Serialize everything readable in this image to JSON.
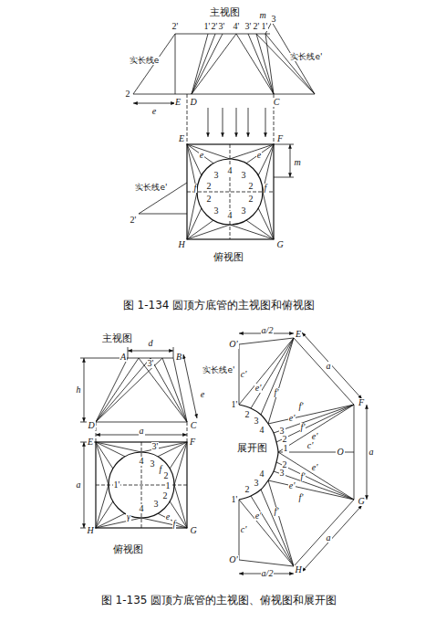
{
  "diagram": {
    "labels": [
      "主视图",
      "m",
      "3",
      "2'",
      "1'",
      "2'",
      "3'",
      "4'",
      "3'",
      "2'",
      "1'",
      "实长线e",
      "实长线e'",
      "2",
      "E",
      "D",
      "C",
      "e",
      "E",
      "F",
      "m",
      "实长线e'",
      "2'",
      "4",
      "3",
      "3",
      "2",
      "2",
      "2",
      "2",
      "3",
      "3",
      "4",
      "f",
      "e",
      "e",
      "f",
      "H",
      "G",
      "俯视图",
      "图 1-134  圆顶方底管的主视图和俯视图",
      "主视图",
      "d",
      "A",
      "B",
      "3'",
      "h",
      "实长线e'",
      "e",
      "D",
      "C",
      "a",
      "E",
      "F",
      "3'",
      "a",
      "4",
      "3",
      "f",
      "2",
      "1'",
      "1",
      "2",
      "3",
      "4",
      "γ",
      "e",
      "f",
      "H",
      "G",
      "俯视图",
      "O'",
      "a/2",
      "E",
      "a",
      "c'",
      "e'",
      "f'",
      "1'",
      "2",
      "3",
      "4",
      "f'",
      "F",
      "e'",
      "f'",
      "e'",
      "展开图",
      "3",
      "2",
      "1",
      "c'",
      "O",
      "a",
      "2",
      "3",
      "e'",
      "f'",
      "e'",
      "f'",
      "G",
      "4",
      "3",
      "2",
      "1'",
      "f'",
      "e'",
      "c'",
      "a",
      "O'",
      "a/2",
      "H",
      "图 1-135  圆顶方底管的主视图、俯视图和展开图"
    ]
  }
}
